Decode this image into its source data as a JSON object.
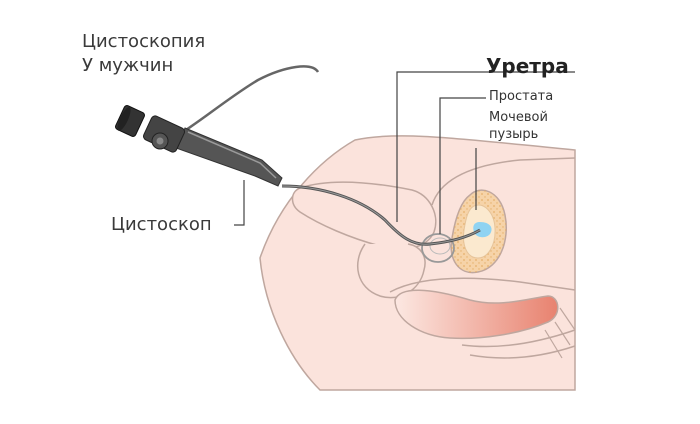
{
  "title": {
    "line1": "Цистоскопия",
    "line2": "У мужчин"
  },
  "labels": {
    "cystoscope": "Цистоскоп",
    "urethra": "Уретра",
    "prostate": "Простата",
    "bladder_line1": "Мочевой",
    "bladder_line2": "пузырь"
  },
  "colors": {
    "skin": "#fbe3dc",
    "skin_outline": "#bfa79f",
    "bladder": "#f6d3a8",
    "bladder_dots": "#e0a55a",
    "rectum": "#e8826f",
    "scope_body": "#555555",
    "scope_dark": "#333333",
    "tube": "#666666",
    "water_drop": "#8fd3f2",
    "leader_line": "#444444"
  },
  "icons": {
    "cystoscope": "cystoscope-icon"
  }
}
